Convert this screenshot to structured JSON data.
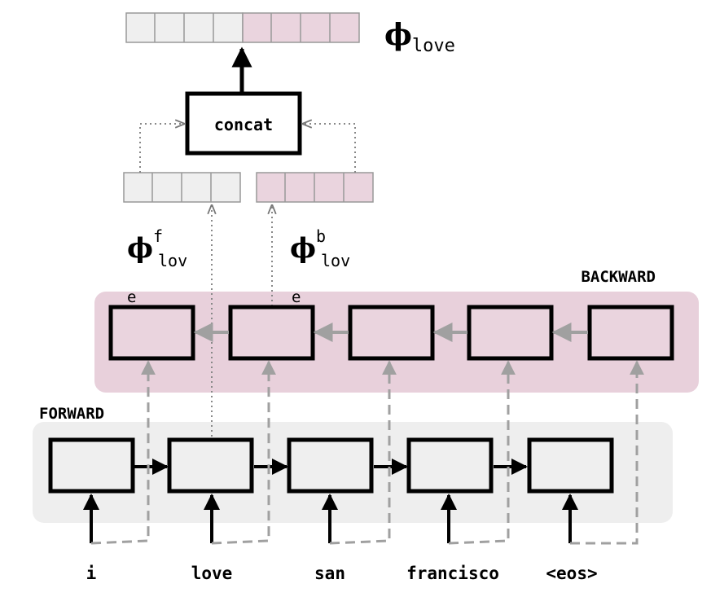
{
  "output": {
    "symbol": "ϕ",
    "subscript": "love",
    "forward_half_color": "#efefef",
    "backward_half_color": "#ead4de"
  },
  "concat_label": "concat",
  "forward_vector": {
    "symbol": "ϕ",
    "superscript": "f",
    "subscript": "lov"
  },
  "backward_vector": {
    "symbol": "ϕ",
    "superscript": "b",
    "subscript": "lov"
  },
  "backward_label": "BACKWARD",
  "forward_label": "FORWARD",
  "overflow_letters": [
    "e",
    "e"
  ],
  "tokens": [
    "i",
    "love",
    "san",
    "francisco",
    "<eos>"
  ],
  "colors": {
    "backward_band": "#e8d0db",
    "forward_band": "#eeeeee",
    "cell_fill_back": "#ead4de",
    "cell_fill_fwd": "#efefef",
    "grey_arrow": "#a0a0a0",
    "dotted": "#888888"
  }
}
